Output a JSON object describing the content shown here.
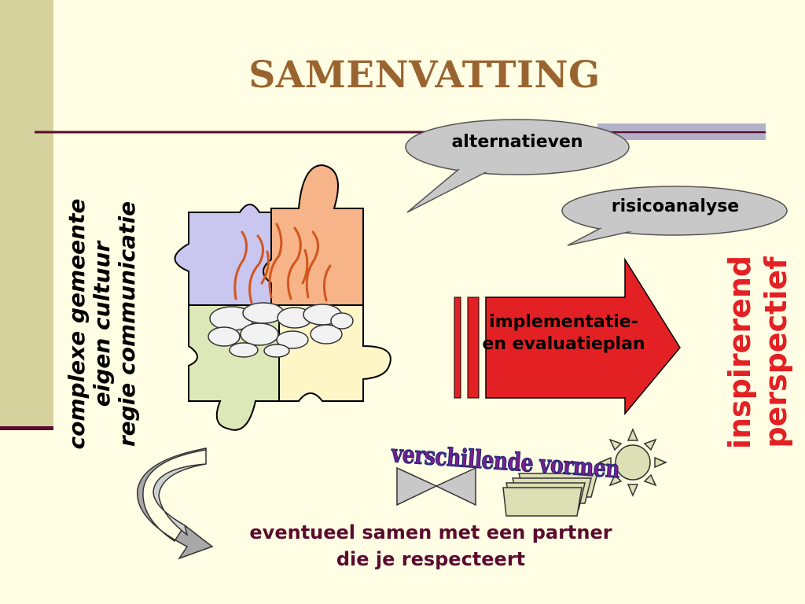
{
  "title": "SAMENVATTING",
  "side_phrases": [
    "complexe gemeente",
    "eigen cultuur",
    "regie communicatie"
  ],
  "bubbles": {
    "top": "alternatieven",
    "second": "risicoanalyse"
  },
  "arrow": {
    "lines": [
      "implementatie-",
      "en evaluatieplan"
    ]
  },
  "perspective": [
    "inspirerend",
    "perspectief"
  ],
  "wordart": "verschillende vormen",
  "bottom": [
    "eventueel samen met een partner",
    "die je respecteert"
  ],
  "colors": {
    "background": "#FFFDE3",
    "sidebar": "#D6D29D",
    "rule": "#5A0B2E",
    "title": "#9A6430",
    "accent_red": "#E32125",
    "bottom_text": "#5A0B2E"
  },
  "icons": [
    "puzzle-icon",
    "fire-icon",
    "stones-icon",
    "bowtie-icon",
    "stacked-papers-icon",
    "sun-icon",
    "curved-arrow-icon",
    "speech-bubble-icon",
    "block-arrow-icon"
  ]
}
